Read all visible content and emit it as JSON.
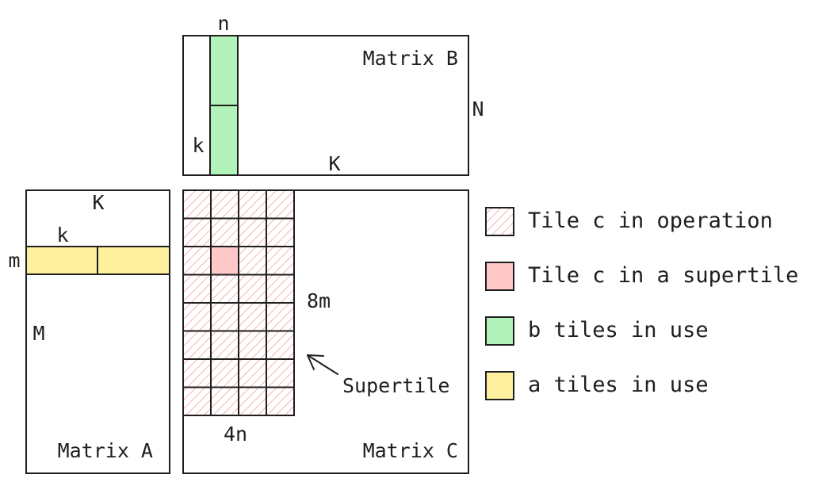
{
  "matrices": {
    "a": {
      "title": "Matrix A",
      "dim_k": "K",
      "dim_m": "M",
      "tile_k": "k",
      "tile_m": "m"
    },
    "b": {
      "title": "Matrix B",
      "dim_n": "N",
      "dim_k": "K",
      "tile_n": "n",
      "tile_k": "k"
    },
    "c": {
      "title": "Matrix C",
      "supertile_height": "8m",
      "supertile_width": "4n",
      "supertile_label": "Supertile"
    }
  },
  "grid": {
    "rows": 8,
    "cols": 4,
    "highlight_row": 2,
    "highlight_col": 1
  },
  "legend": [
    {
      "label": "Tile c in operation",
      "swatch": "hatched"
    },
    {
      "label": "Tile c in a supertile",
      "swatch": "solid"
    },
    {
      "label": "b tiles in use",
      "swatch": "solid"
    },
    {
      "label": "a tiles in use",
      "swatch": "solid"
    }
  ],
  "colors": {
    "a_tiles": "#fff0a0",
    "b_tiles": "#b2f2bb",
    "c_tile": "#ffc9c9",
    "hatch": "#f2a0a0",
    "stroke": "#1e1e1e"
  }
}
